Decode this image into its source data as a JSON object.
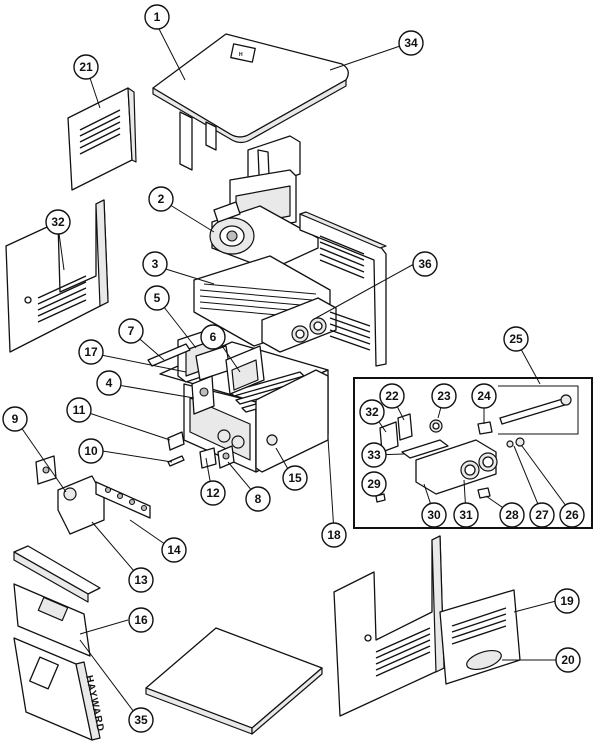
{
  "diagram": {
    "brand_label": "HAYWARD",
    "lid_badge_text": "H",
    "callouts": [
      {
        "id": "c1",
        "label": "1"
      },
      {
        "id": "c2",
        "label": "2"
      },
      {
        "id": "c3",
        "label": "3"
      },
      {
        "id": "c4",
        "label": "4"
      },
      {
        "id": "c5",
        "label": "5"
      },
      {
        "id": "c6",
        "label": "6"
      },
      {
        "id": "c7",
        "label": "7"
      },
      {
        "id": "c8",
        "label": "8"
      },
      {
        "id": "c9",
        "label": "9"
      },
      {
        "id": "c10",
        "label": "10"
      },
      {
        "id": "c11",
        "label": "11"
      },
      {
        "id": "c12",
        "label": "12"
      },
      {
        "id": "c13",
        "label": "13"
      },
      {
        "id": "c14",
        "label": "14"
      },
      {
        "id": "c15",
        "label": "15"
      },
      {
        "id": "c16",
        "label": "16"
      },
      {
        "id": "c17",
        "label": "17"
      },
      {
        "id": "c18",
        "label": "18"
      },
      {
        "id": "c19",
        "label": "19"
      },
      {
        "id": "c20",
        "label": "20"
      },
      {
        "id": "c21",
        "label": "21"
      },
      {
        "id": "c22",
        "label": "22"
      },
      {
        "id": "c23",
        "label": "23"
      },
      {
        "id": "c24",
        "label": "24"
      },
      {
        "id": "c25",
        "label": "25"
      },
      {
        "id": "c26",
        "label": "26"
      },
      {
        "id": "c27",
        "label": "27"
      },
      {
        "id": "c28",
        "label": "28"
      },
      {
        "id": "c29",
        "label": "29"
      },
      {
        "id": "c30",
        "label": "30"
      },
      {
        "id": "c31",
        "label": "31"
      },
      {
        "id": "c32a",
        "label": "32"
      },
      {
        "id": "c32b",
        "label": "32"
      },
      {
        "id": "c33",
        "label": "33"
      },
      {
        "id": "c34",
        "label": "34"
      },
      {
        "id": "c35",
        "label": "35"
      },
      {
        "id": "c36",
        "label": "36"
      }
    ]
  }
}
